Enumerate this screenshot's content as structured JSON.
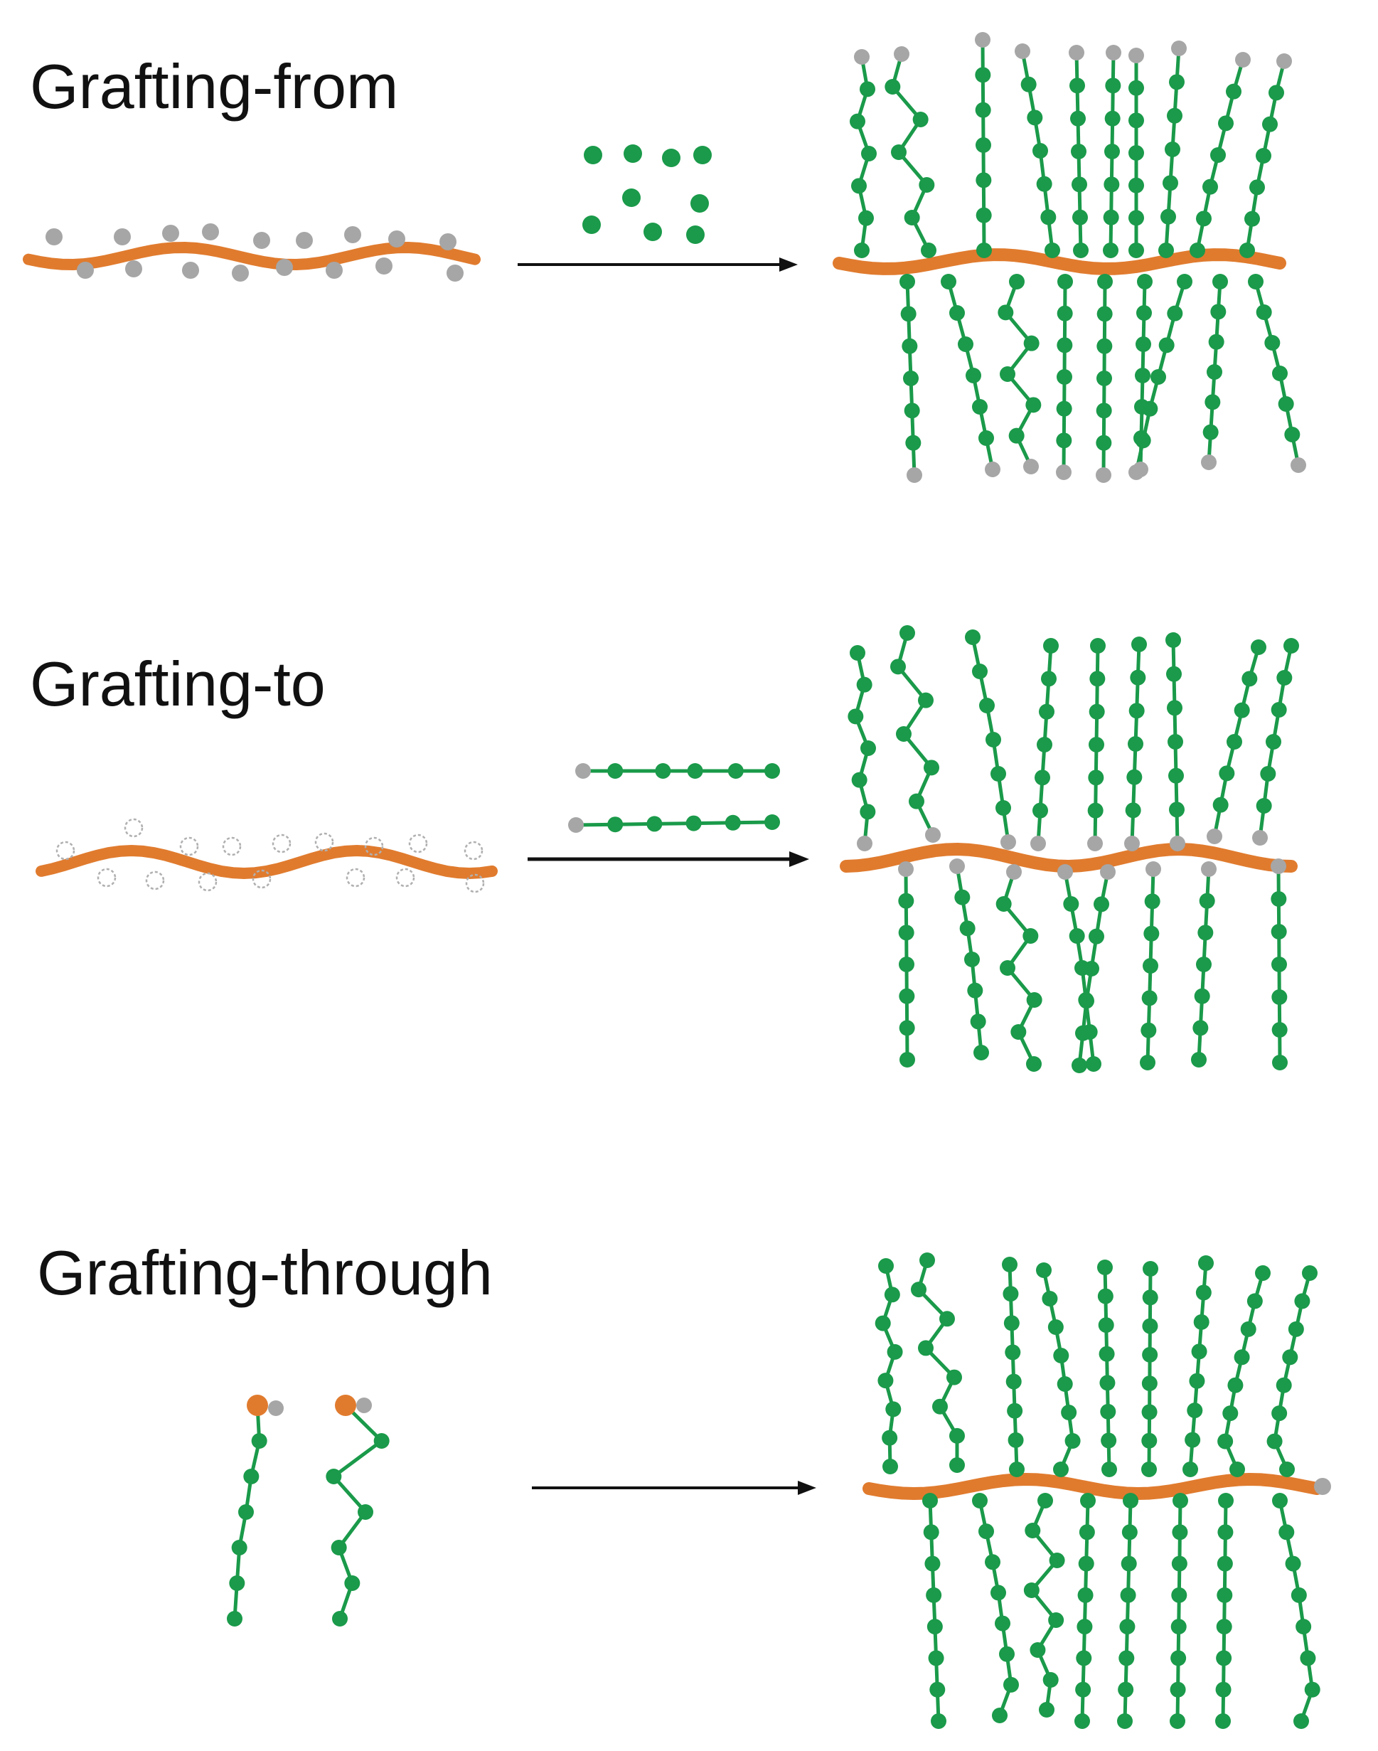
{
  "colors": {
    "backbone": "#E07B2E",
    "monomer": "#1A9A4A",
    "endgroup": "#A6A6A6",
    "arrow": "#111111",
    "background": "#FFFFFF"
  },
  "panels": [
    {
      "id": "from",
      "title": "Grafting-from"
    },
    {
      "id": "to",
      "title": "Grafting-to"
    },
    {
      "id": "through",
      "title": "Grafting-through"
    }
  ]
}
